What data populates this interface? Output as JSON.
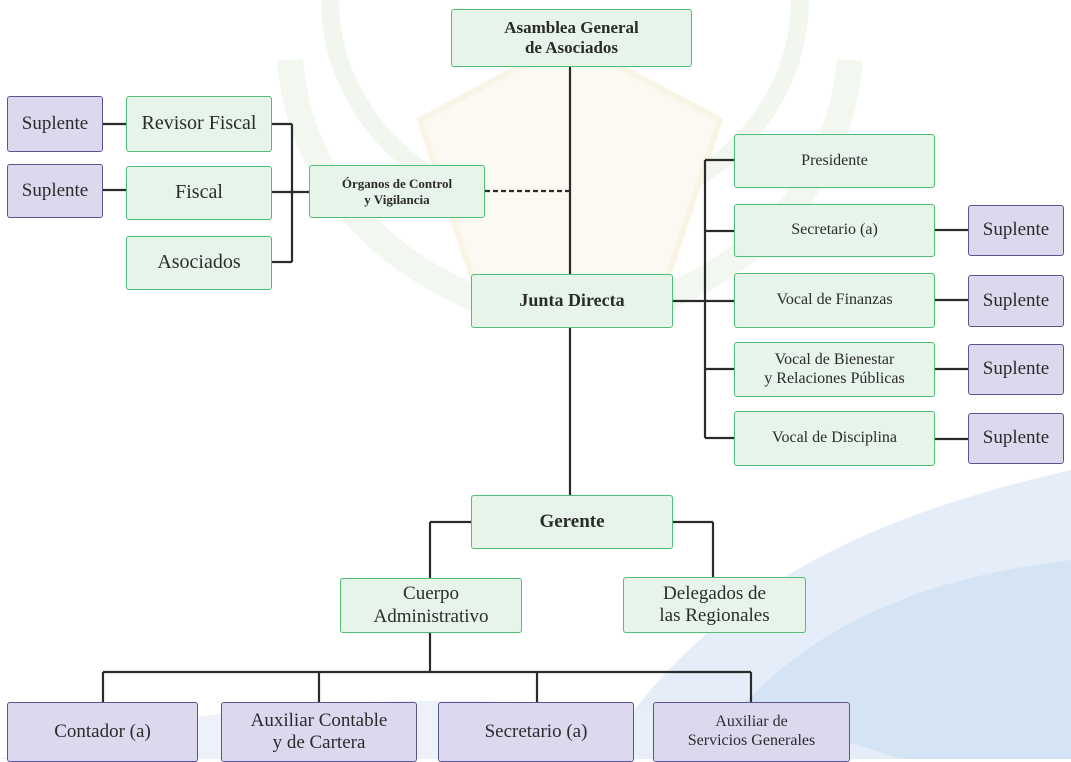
{
  "colors": {
    "green_fill": "#e6f4ea",
    "green_border": "#4fbf73",
    "purple_fill": "#dcd9ef",
    "purple_border": "#5a5490",
    "line": "#2b2b2b"
  },
  "top": {
    "asamblea_1": "Asamblea General",
    "asamblea_2": "de Asociados"
  },
  "control": {
    "organos_1": "Órganos de Control",
    "organos_2": "y Vigilancia",
    "revisor": "Revisor Fiscal",
    "fiscal": "Fiscal",
    "asociados": "Asociados",
    "suplente_revisor": "Suplente",
    "suplente_fiscal": "Suplente"
  },
  "junta": {
    "title": "Junta Directa",
    "presidente": "Presidente",
    "secretario": "Secretario (a)",
    "vocal_finanzas": "Vocal de Finanzas",
    "vocal_bienestar_1": "Vocal de Bienestar",
    "vocal_bienestar_2": "y Relaciones Públicas",
    "vocal_disciplina": "Vocal de Disciplina",
    "suplente_secretario": "Suplente",
    "suplente_finanzas": "Suplente",
    "suplente_bienestar": "Suplente",
    "suplente_disciplina": "Suplente"
  },
  "gerencia": {
    "gerente": "Gerente",
    "cuerpo_1": "Cuerpo",
    "cuerpo_2": "Administrativo",
    "delegados_1": "Delegados de",
    "delegados_2": "las Regionales"
  },
  "staff": {
    "contador": "Contador (a)",
    "auxiliar_contable_1": "Auxiliar Contable",
    "auxiliar_contable_2": "y de Cartera",
    "secretario": "Secretario (a)",
    "auxiliar_servicios_1": "Auxiliar de",
    "auxiliar_servicios_2": "Servicios Generales"
  }
}
